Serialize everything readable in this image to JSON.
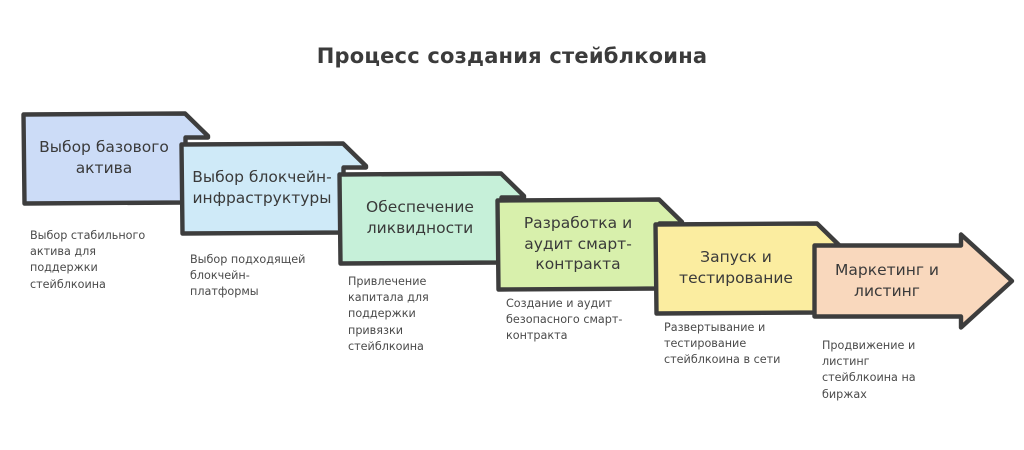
{
  "title": "Процесс создания стейблкоина",
  "background_color": "#ffffff",
  "stroke_color": "#3d3d3d",
  "title_color": "#3b3b3b",
  "label_color": "#3a3a3a",
  "caption_color": "#4a4a4a",
  "steps": [
    {
      "index": 1,
      "label": "Выбор базового актива",
      "caption": "Выбор стабильного актива для поддержки стейблкоина",
      "fill_color": "#ccdcf7",
      "shape": "chevron-fold"
    },
    {
      "index": 2,
      "label": "Выбор блокчейн-инфраструктуры",
      "caption": "Выбор подходящей блокчейн-платформы",
      "fill_color": "#cfeaf8",
      "shape": "chevron-fold"
    },
    {
      "index": 3,
      "label": "Обеспечение ликвидности",
      "caption": "Привлечение капитала для поддержки привязки стейблкоина",
      "fill_color": "#c6f0d9",
      "shape": "chevron-fold"
    },
    {
      "index": 4,
      "label": "Разработка и аудит смарт-контракта",
      "caption": "Создание и аудит безопасного смарт-контракта",
      "fill_color": "#d8f0ac",
      "shape": "chevron-fold"
    },
    {
      "index": 5,
      "label": "Запуск и тестирование",
      "caption": "Развертывание и тестирование стейблкоина в сети",
      "fill_color": "#fbeda0",
      "shape": "chevron-fold"
    },
    {
      "index": 6,
      "label": "Маркетинг и листинг",
      "caption": "Продвижение и листинг стейблкоина на биржах",
      "fill_color": "#f9d8bd",
      "shape": "arrow-right"
    }
  ]
}
